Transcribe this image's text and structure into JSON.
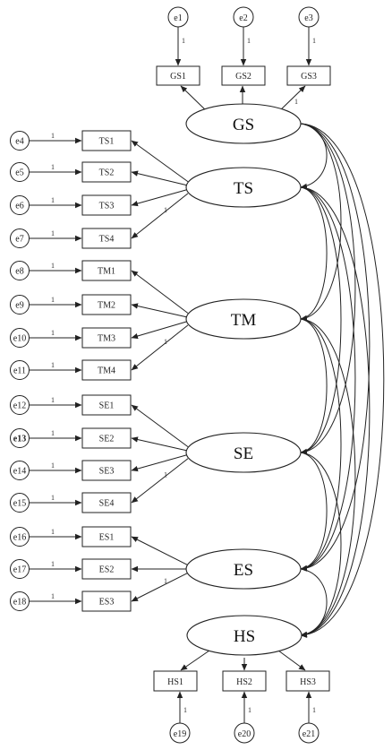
{
  "loading_label": "1",
  "latent": [
    {
      "id": "GS",
      "label": "GS"
    },
    {
      "id": "TS",
      "label": "TS"
    },
    {
      "id": "TM",
      "label": "TM"
    },
    {
      "id": "SE",
      "label": "SE"
    },
    {
      "id": "ES",
      "label": "ES"
    },
    {
      "id": "HS",
      "label": "HS"
    }
  ],
  "top_indicators": [
    {
      "label": "GS1",
      "error": "e1"
    },
    {
      "label": "GS2",
      "error": "e2"
    },
    {
      "label": "GS3",
      "error": "e3"
    }
  ],
  "left_indicators": [
    {
      "label": "TS1",
      "error": "e4",
      "factor": "TS"
    },
    {
      "label": "TS2",
      "error": "e5",
      "factor": "TS"
    },
    {
      "label": "TS3",
      "error": "e6",
      "factor": "TS"
    },
    {
      "label": "TS4",
      "error": "e7",
      "factor": "TS"
    },
    {
      "label": "TM1",
      "error": "e8",
      "factor": "TM"
    },
    {
      "label": "TM2",
      "error": "e9",
      "factor": "TM"
    },
    {
      "label": "TM3",
      "error": "e10",
      "factor": "TM"
    },
    {
      "label": "TM4",
      "error": "e11",
      "factor": "TM"
    },
    {
      "label": "SE1",
      "error": "e12",
      "factor": "SE"
    },
    {
      "label": "SE2",
      "error": "e13",
      "factor": "SE"
    },
    {
      "label": "SE3",
      "error": "e14",
      "factor": "SE"
    },
    {
      "label": "SE4",
      "error": "e15",
      "factor": "SE"
    },
    {
      "label": "ES1",
      "error": "e16",
      "factor": "ES"
    },
    {
      "label": "ES2",
      "error": "e17",
      "factor": "ES"
    },
    {
      "label": "ES3",
      "error": "e18",
      "factor": "ES"
    }
  ],
  "bottom_indicators": [
    {
      "label": "HS1",
      "error": "e19"
    },
    {
      "label": "HS2",
      "error": "e20"
    },
    {
      "label": "HS3",
      "error": "e21"
    }
  ]
}
